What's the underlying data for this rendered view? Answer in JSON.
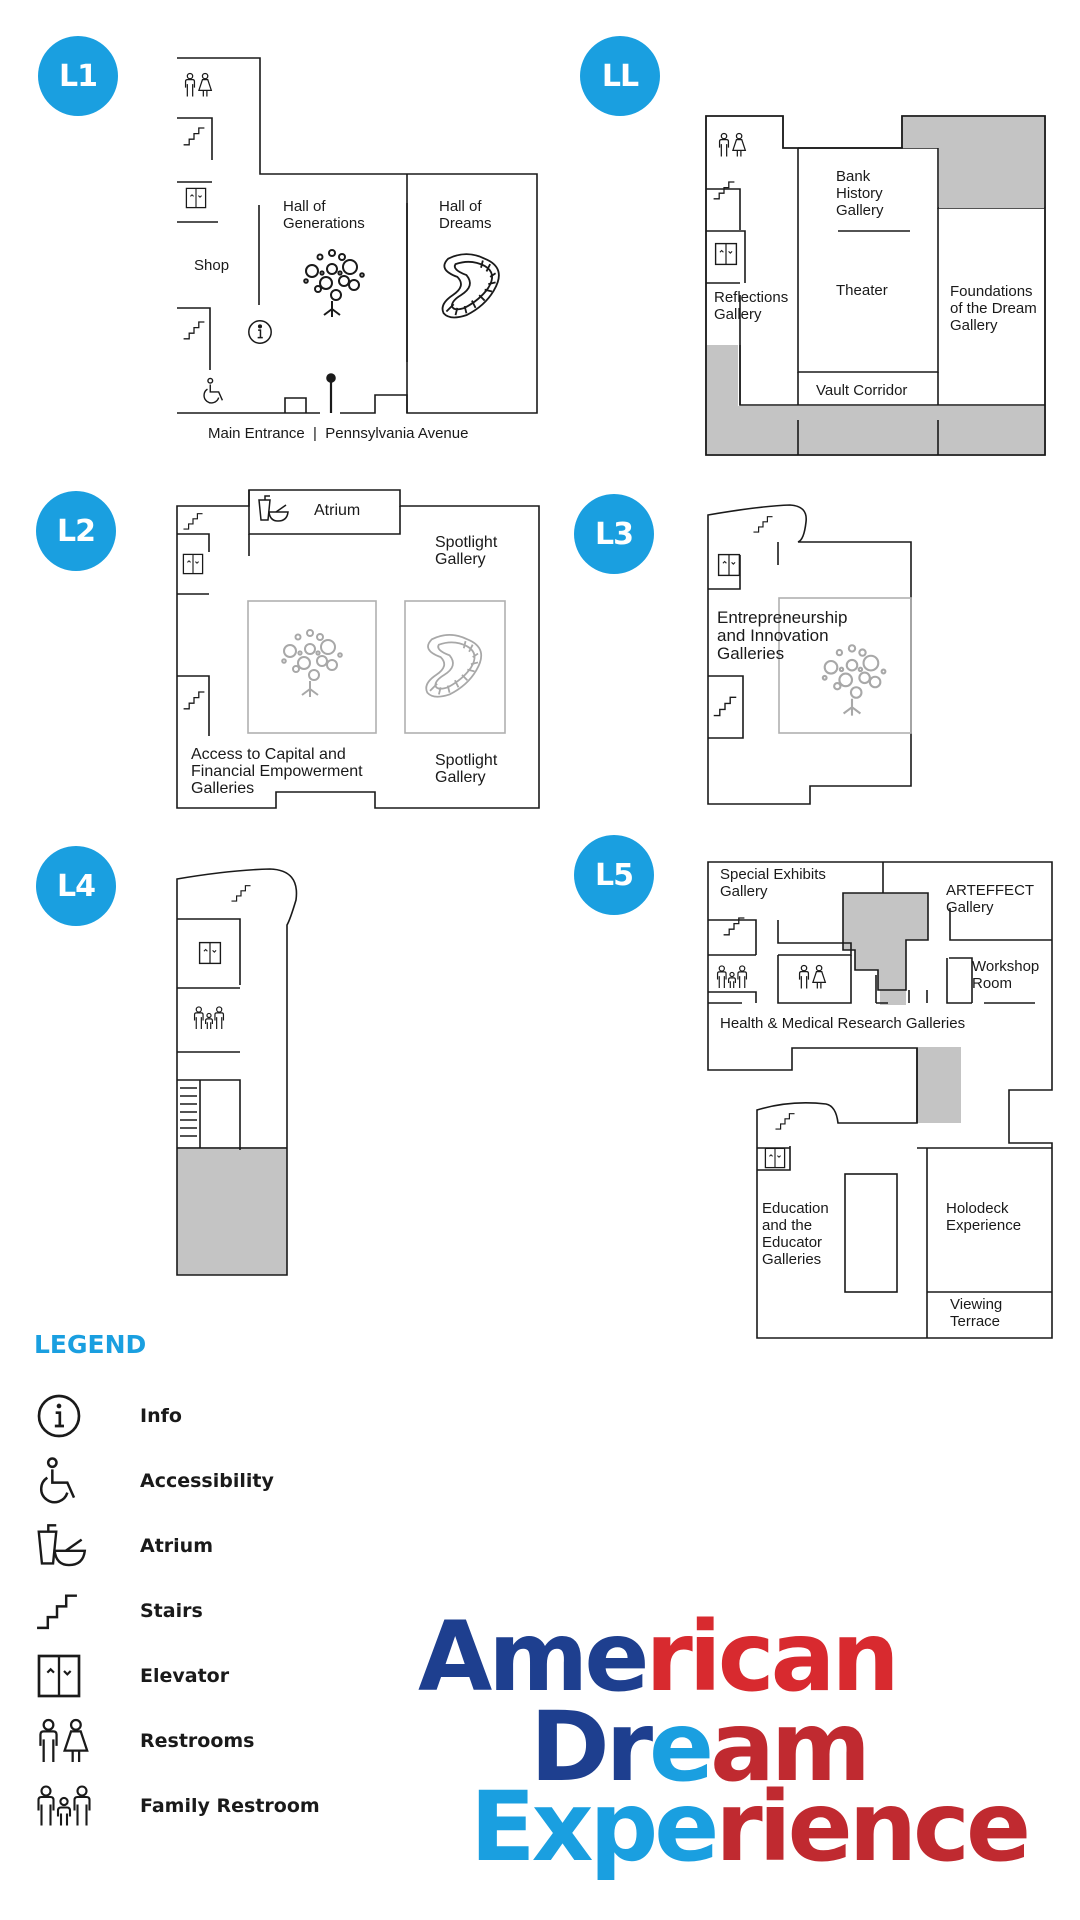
{
  "levels": {
    "l1": {
      "badge": "L1"
    },
    "ll": {
      "badge": "LL"
    },
    "l2": {
      "badge": "L2"
    },
    "l3": {
      "badge": "L3"
    },
    "l4": {
      "badge": "L4"
    },
    "l5": {
      "badge": "L5"
    }
  },
  "l1": {
    "hall_generations": "Hall of\nGenerations",
    "hall_dreams": "Hall of\nDreams",
    "shop": "Shop",
    "entrance": "Main Entrance  |  Pennsylvania Avenue"
  },
  "ll": {
    "bank": "Bank\nHistory\nGallery",
    "theater": "Theater",
    "foundations": "Foundations\nof the Dream\nGallery",
    "reflections": "Reflections\nGallery",
    "vault": "Vault Corridor"
  },
  "l2": {
    "atrium": "Atrium",
    "spotlight_top": "Spotlight\nGallery",
    "spotlight_bottom": "Spotlight\nGallery",
    "access": "Access to Capital and\nFinancial Empowerment\nGalleries"
  },
  "l3": {
    "entrepreneurship": "Entrepreneurship\nand Innovation\nGalleries"
  },
  "l5": {
    "special": "Special Exhibits\nGallery",
    "arteffect": "ARTEFFECT\nGallery",
    "workshop": "Workshop\nRoom",
    "health": "Health & Medical Research Galleries",
    "education": "Education\nand the\nEducator\nGalleries",
    "holodeck": "Holodeck\nExperience",
    "viewing": "Viewing\nTerrace"
  },
  "legend": {
    "title": "LEGEND",
    "items": [
      {
        "label": "Info",
        "icon": "info-icon"
      },
      {
        "label": "Accessibility",
        "icon": "accessibility-icon"
      },
      {
        "label": "Atrium",
        "icon": "atrium-icon"
      },
      {
        "label": "Stairs",
        "icon": "stairs-icon"
      },
      {
        "label": "Elevator",
        "icon": "elevator-icon"
      },
      {
        "label": "Restrooms",
        "icon": "restrooms-icon"
      },
      {
        "label": "Family Restroom",
        "icon": "family-restroom-icon"
      }
    ]
  },
  "logo": {
    "line1": "American",
    "line2": "Dream",
    "line3": "Experience"
  },
  "colors": {
    "accent": "#1a9fe0",
    "navy": "#1e3f8f",
    "red": "#d82a2f",
    "grey_fill": "#c4c4c4"
  }
}
